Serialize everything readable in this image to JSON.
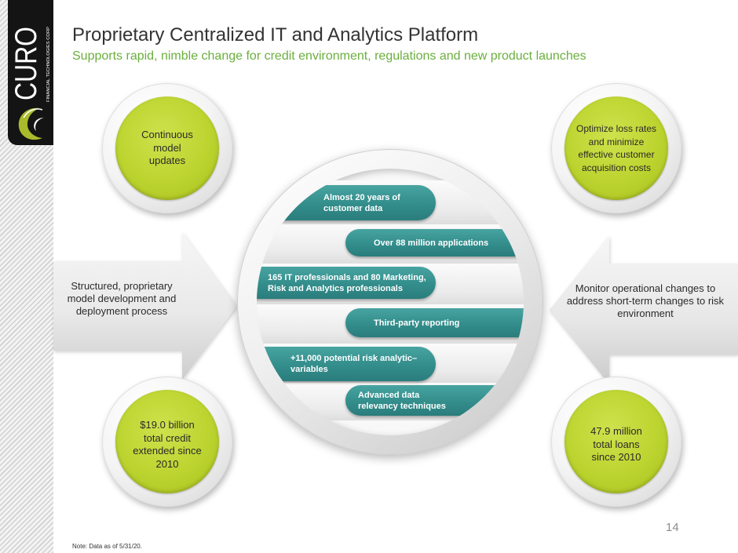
{
  "logo": {
    "wordmark": "CURO",
    "tagline": "FINANCIAL TECHNOLOGIES CORP",
    "icon": "curo-swirl-icon"
  },
  "header": {
    "title": "Proprietary Centralized IT and Analytics Platform",
    "subtitle": "Supports rapid, nimble change for credit environment, regulations and new product launches"
  },
  "circles": {
    "top_left": "Continuous\nmodel\nupdates",
    "top_right": "Optimize loss rates\nand minimize\neffective customer\nacquisition costs",
    "bottom_left": "$19.0 billion\ntotal credit\nextended since\n2010",
    "bottom_right": "47.9 million\ntotal loans\nsince 2010"
  },
  "arrows": {
    "left": "Structured, proprietary\nmodel development and\ndeployment process",
    "right": "Monitor operational changes to\naddress short-term changes to risk\nenvironment"
  },
  "center": {
    "bars": [
      {
        "label": "Almost 20 years of\ncustomer data"
      },
      {
        "label": "Over 88 million applications"
      },
      {
        "label": "165 IT professionals and 80 Marketing,\nRisk and Analytics professionals"
      },
      {
        "label": "Third-party reporting"
      },
      {
        "label": "+11,000 potential risk analytic–\nvariables"
      },
      {
        "label": "Advanced data\nrelevancy techniques"
      }
    ]
  },
  "footer": {
    "page_number": "14",
    "note": "Note: Data as of 5/31/20."
  },
  "colors": {
    "subtitle_green": "#6aaf3d",
    "circle_green": "#bcd42f",
    "bar_teal": "#348f8d",
    "logo_black": "#141414",
    "logo_mark": "#a9bb2b"
  }
}
